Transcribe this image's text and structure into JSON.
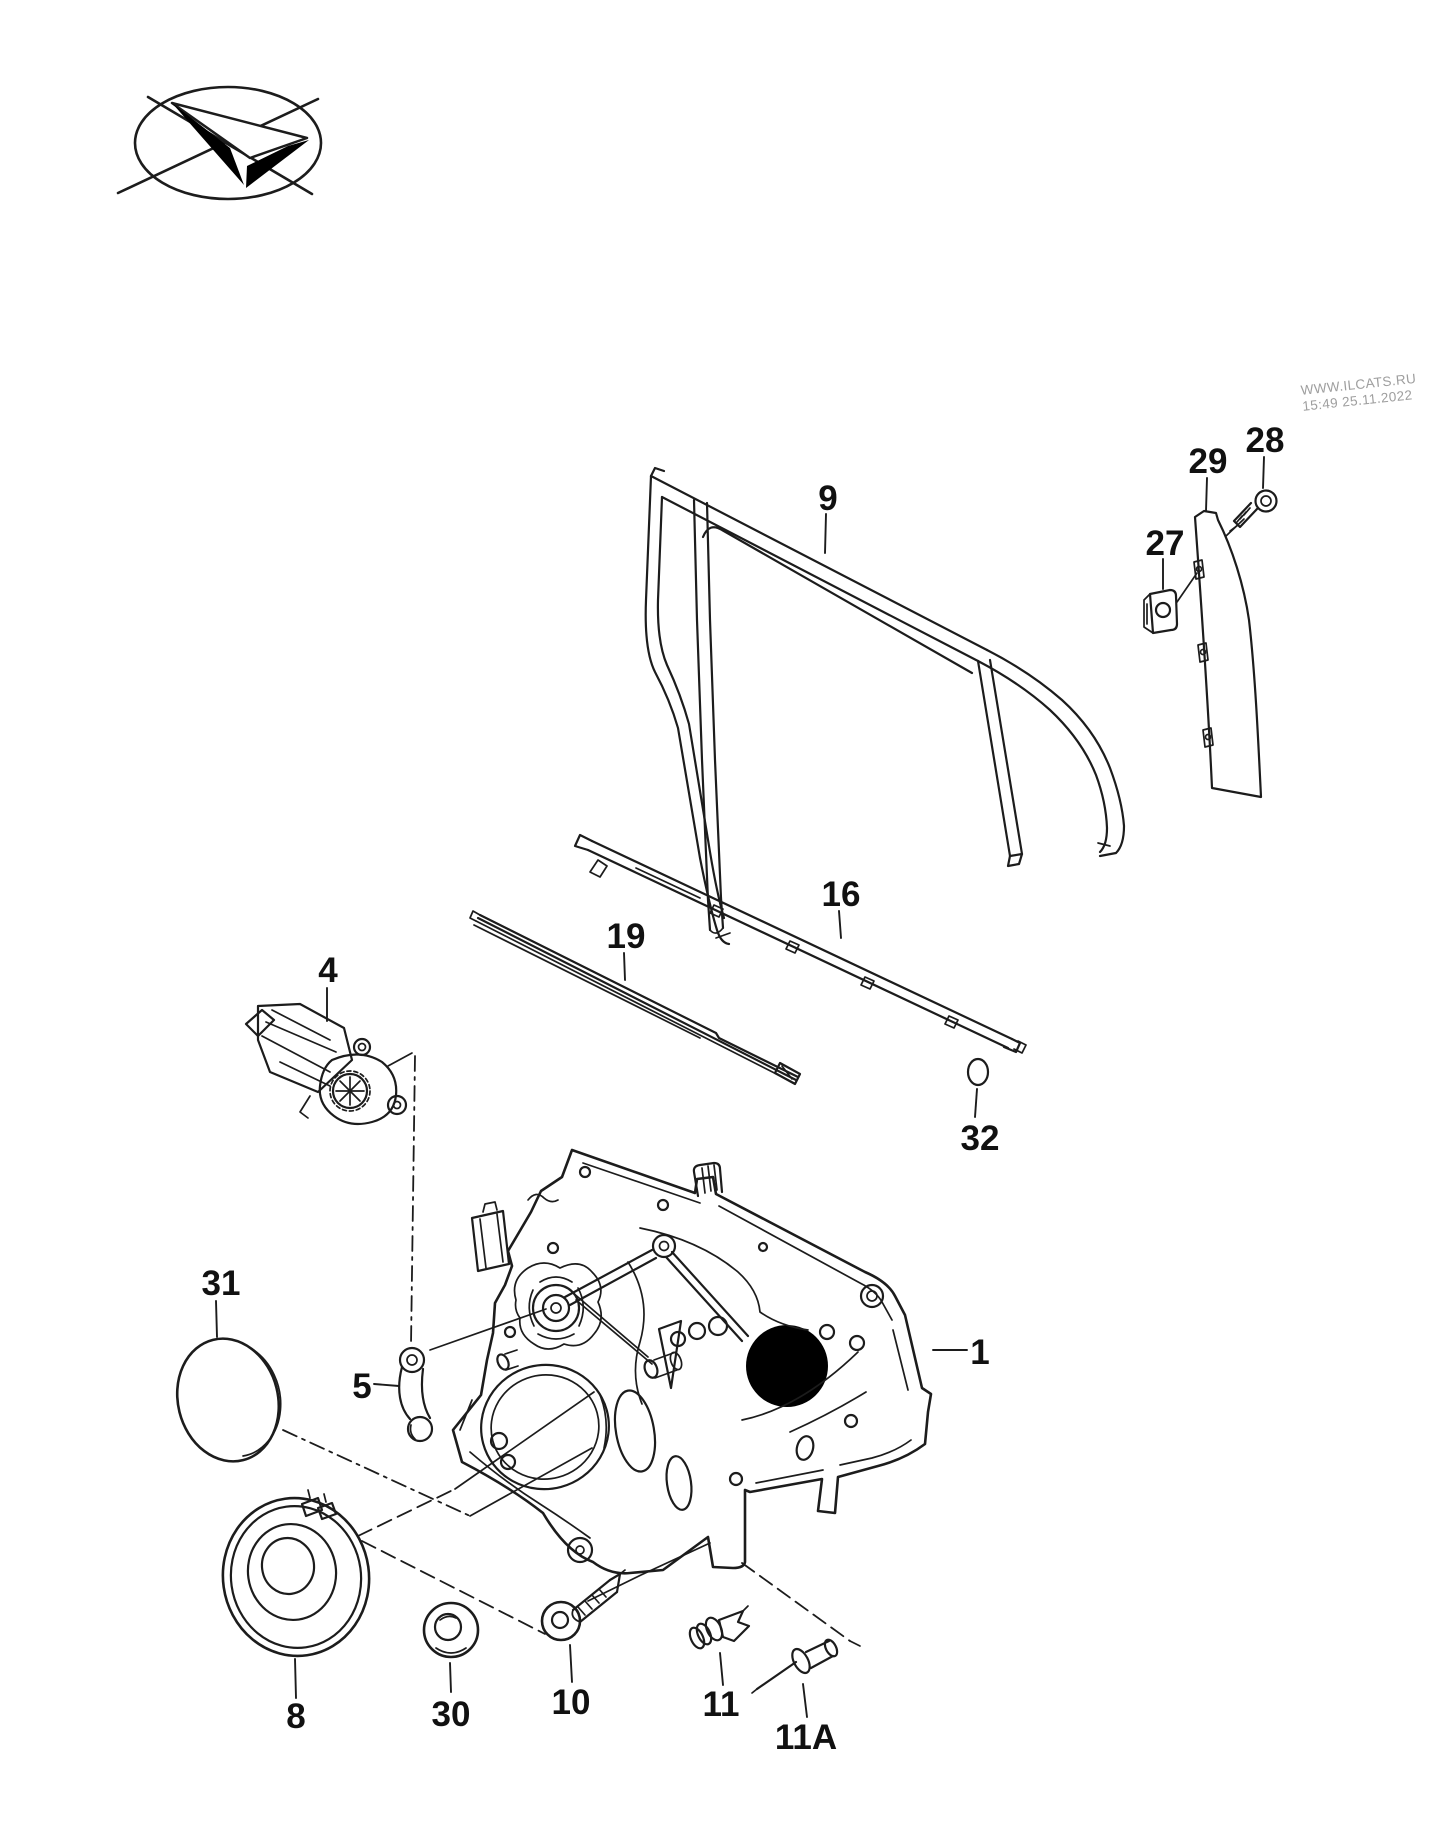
{
  "diagram": {
    "watermark": {
      "line1": "WWW.ILCATS.RU",
      "line2": "15:49 25.11.2022"
    },
    "parts": [
      {
        "id": "1",
        "label": "1",
        "name": "door-panel-carrier"
      },
      {
        "id": "4",
        "label": "4",
        "name": "window-regulator-motor"
      },
      {
        "id": "5",
        "label": "5",
        "name": "crank-arm"
      },
      {
        "id": "8",
        "label": "8",
        "name": "loudspeaker"
      },
      {
        "id": "9",
        "label": "9",
        "name": "window-guide-frame"
      },
      {
        "id": "10",
        "label": "10",
        "name": "screw"
      },
      {
        "id": "11",
        "label": "11",
        "name": "expanding-clip"
      },
      {
        "id": "11A",
        "label": "11A",
        "name": "pop-rivet"
      },
      {
        "id": "16",
        "label": "16",
        "name": "outer-window-slot-seal"
      },
      {
        "id": "19",
        "label": "19",
        "name": "inner-window-slot-seal"
      },
      {
        "id": "27",
        "label": "27",
        "name": "trim-clip"
      },
      {
        "id": "28",
        "label": "28",
        "name": "trim-screw"
      },
      {
        "id": "29",
        "label": "29",
        "name": "b-pillar-trim"
      },
      {
        "id": "30",
        "label": "30",
        "name": "grommet"
      },
      {
        "id": "31",
        "label": "31",
        "name": "cover-cap"
      },
      {
        "id": "32",
        "label": "32",
        "name": "plug"
      }
    ],
    "colors": {
      "line": "#1c1c1c",
      "background": "#ffffff",
      "watermark": "#9e9e9e",
      "solid_fill": "#000000"
    }
  }
}
